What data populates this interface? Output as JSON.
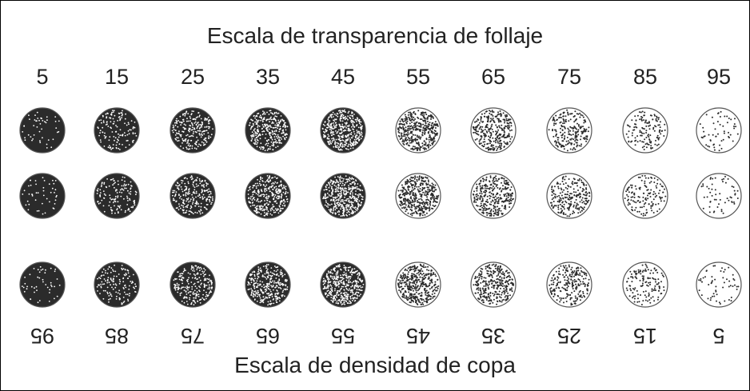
{
  "top_scale": {
    "title": "Escala de transparencia de follaje",
    "labels": [
      "5",
      "15",
      "25",
      "35",
      "45",
      "55",
      "65",
      "75",
      "85",
      "95"
    ]
  },
  "bottom_scale": {
    "title": "Escala de densidad de copa",
    "labels": [
      "95",
      "85",
      "75",
      "65",
      "55",
      "45",
      "35",
      "25",
      "15",
      "5"
    ]
  },
  "colors": {
    "foliage": "#2b2b2b",
    "background": "#ffffff",
    "outline": "#555555"
  },
  "pattern": {
    "rows": 3,
    "columns": 10,
    "transparency_percent": [
      5,
      15,
      25,
      35,
      45,
      55,
      65,
      75,
      85,
      95
    ]
  }
}
